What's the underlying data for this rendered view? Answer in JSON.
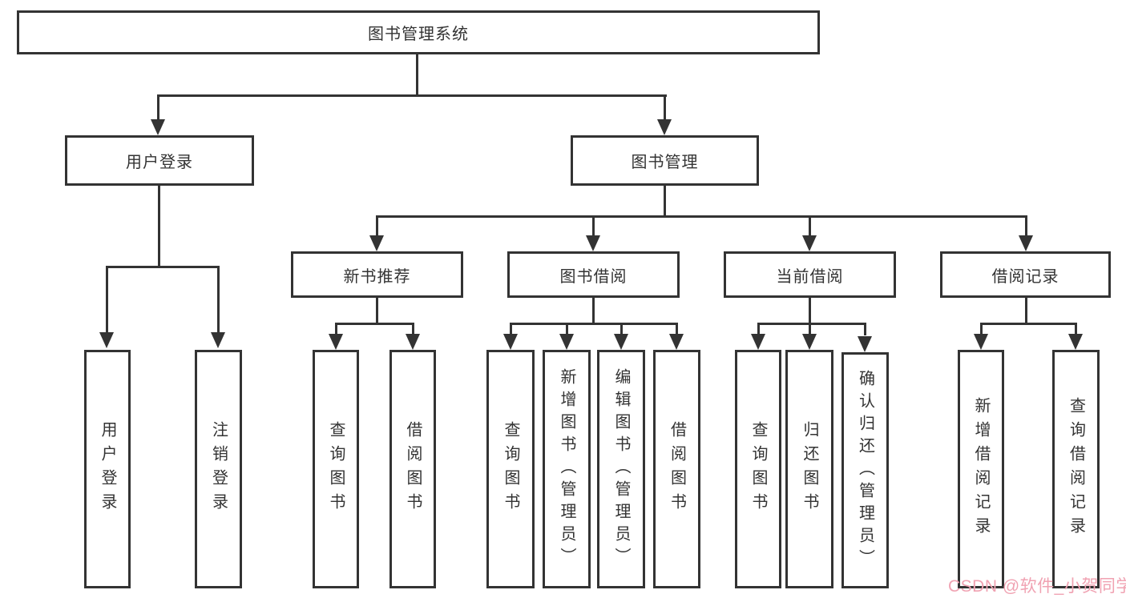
{
  "colors": {
    "line": "#333333",
    "box_background": "#ffffff",
    "watermark": "#f0a2b2"
  },
  "tree": {
    "root": {
      "label": "图书管理系统"
    },
    "branches": [
      {
        "label": "用户登录",
        "children": [
          {
            "label": "用户登录"
          },
          {
            "label": "注销登录"
          }
        ]
      },
      {
        "label": "图书管理",
        "children": [
          {
            "label": "新书推荐",
            "children": [
              {
                "label": "查询图书"
              },
              {
                "label": "借阅图书"
              }
            ]
          },
          {
            "label": "图书借阅",
            "children": [
              {
                "label": "查询图书"
              },
              {
                "label": "新增图书（管理员）"
              },
              {
                "label": "编辑图书（管理员）"
              },
              {
                "label": "借阅图书"
              }
            ]
          },
          {
            "label": "当前借阅",
            "children": [
              {
                "label": "查询图书"
              },
              {
                "label": "归还图书"
              },
              {
                "label": "确认归还（管理员）"
              }
            ]
          },
          {
            "label": "借阅记录",
            "children": [
              {
                "label": "新增借阅记录"
              },
              {
                "label": "查询借阅记录"
              }
            ]
          }
        ]
      }
    ]
  },
  "watermark": {
    "text": "CSDN @软件_小贺同学"
  }
}
